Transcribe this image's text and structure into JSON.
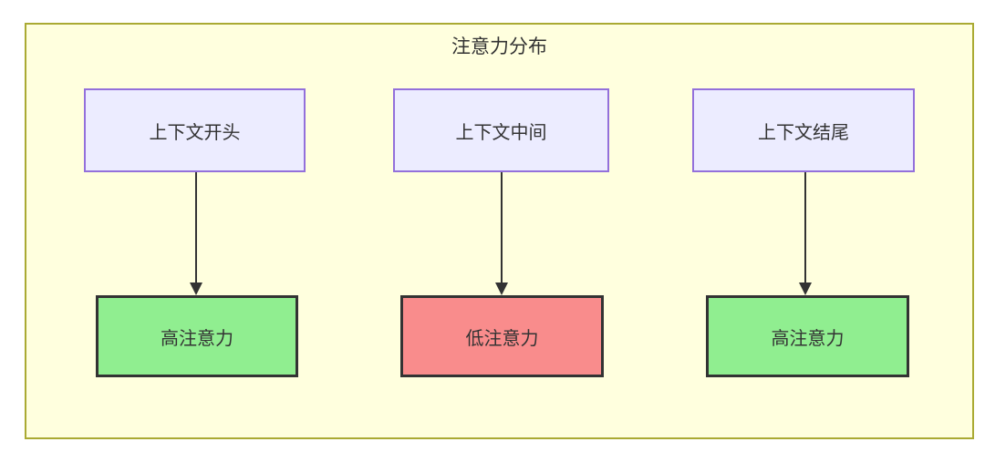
{
  "diagram": {
    "title": "注意力分布",
    "flows": [
      {
        "source": "上下文开头",
        "result": "高注意力",
        "level": "high"
      },
      {
        "source": "上下文中间",
        "result": "低注意力",
        "level": "low"
      },
      {
        "source": "上下文结尾",
        "result": "高注意力",
        "level": "high"
      }
    ],
    "colors": {
      "container_bg": "#ffffde",
      "container_border": "#aaaa33",
      "source_fill": "#ececff",
      "source_border": "#9370db",
      "result_high_fill": "#90ee90",
      "result_low_fill": "#f98c8c",
      "result_border": "#333333",
      "arrow": "#333333",
      "text": "#333333"
    }
  }
}
